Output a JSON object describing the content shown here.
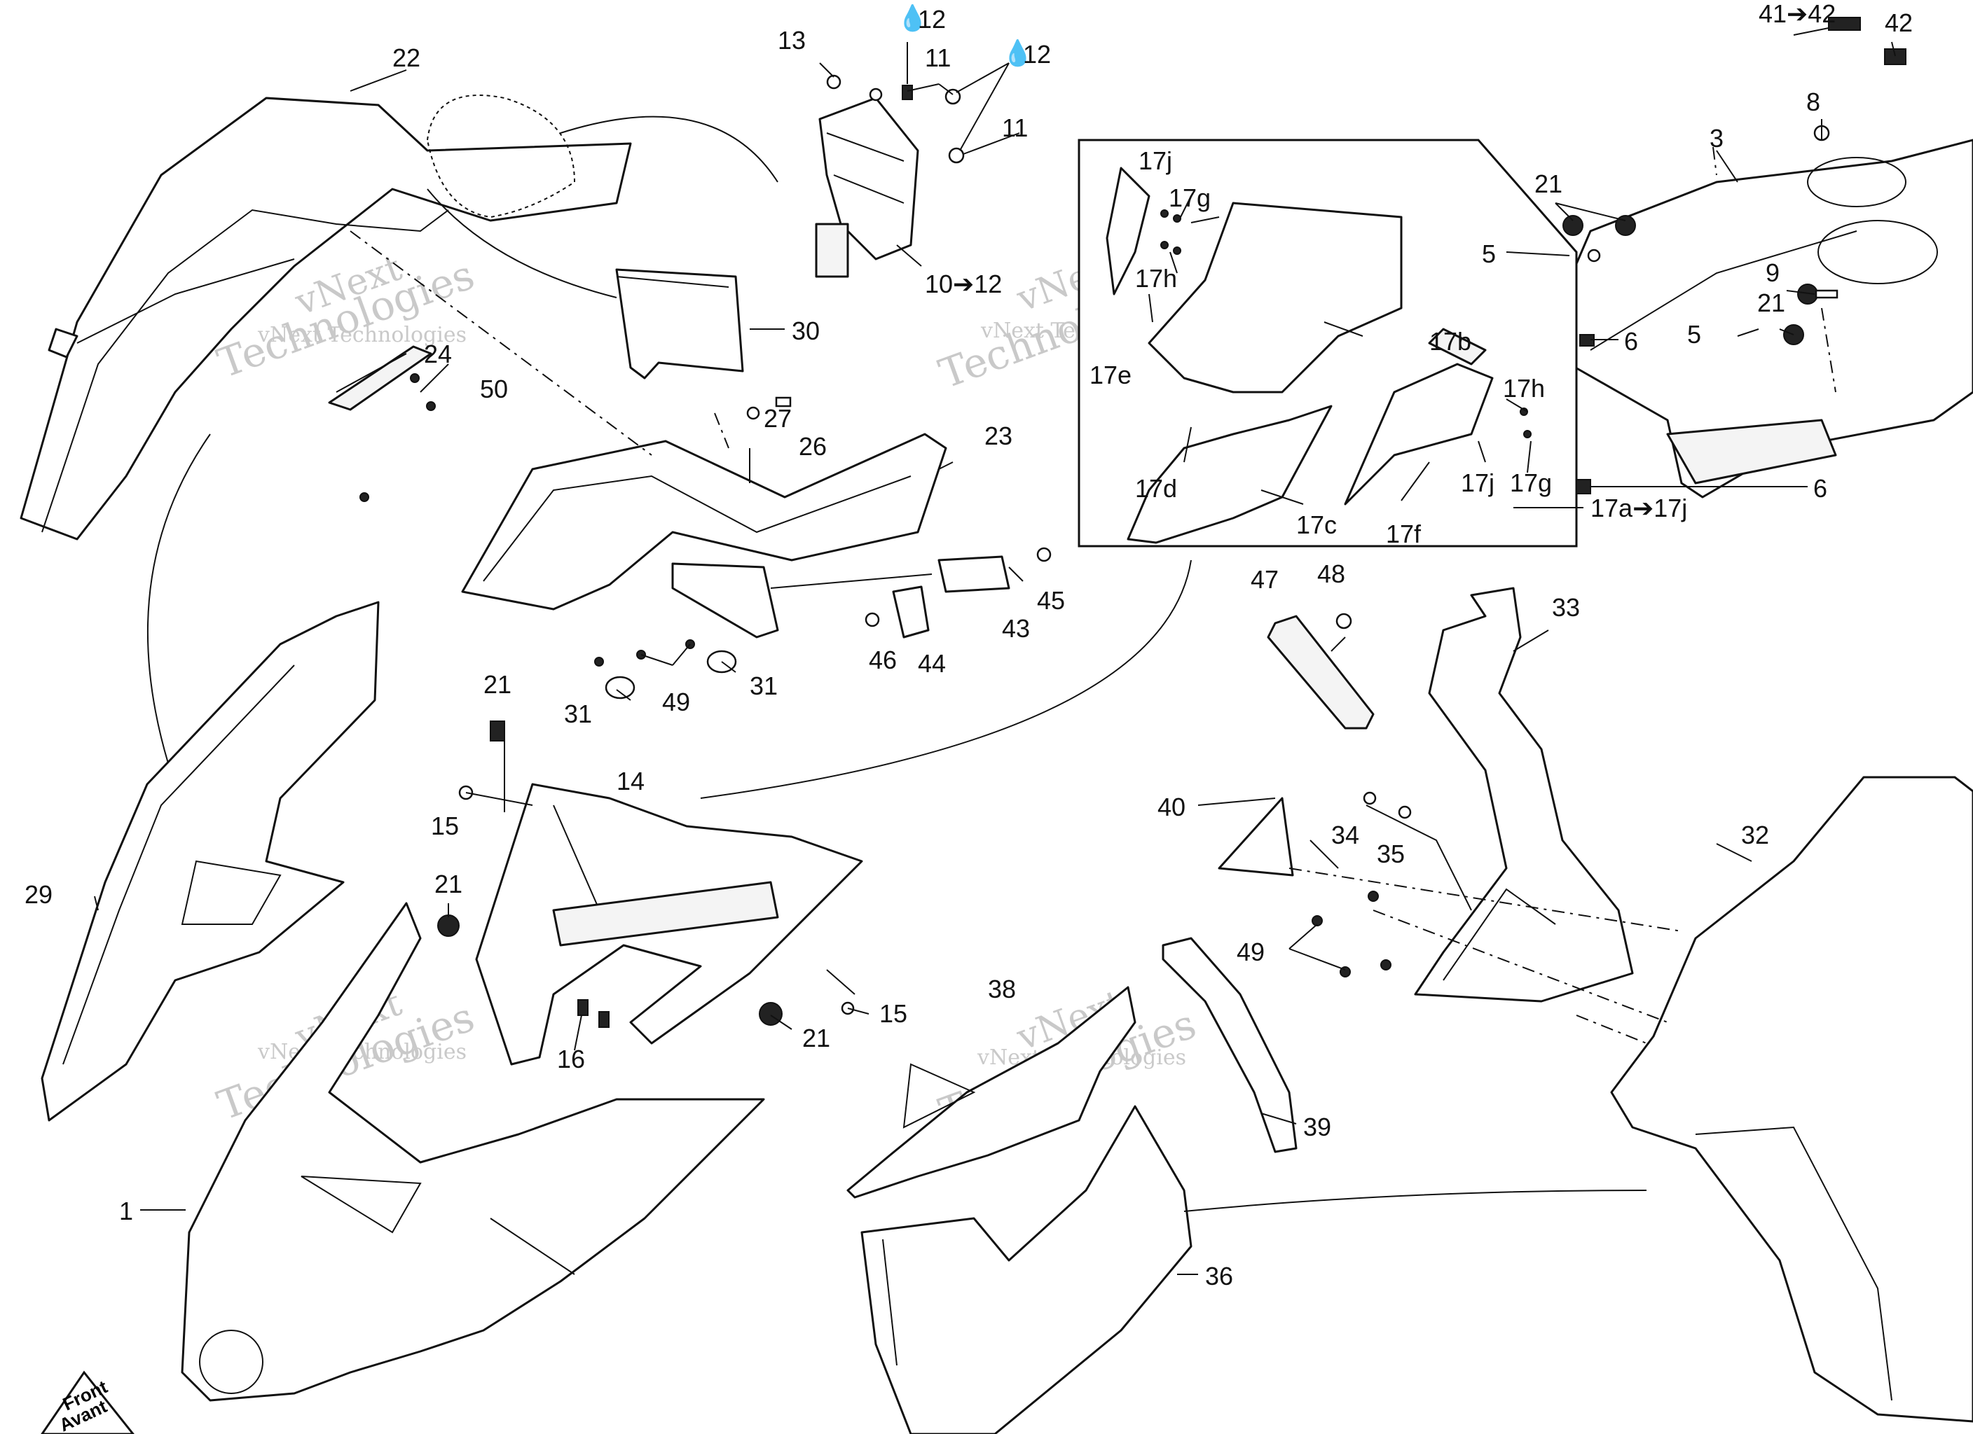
{
  "watermark": {
    "line1": "vNext",
    "line2": "Technologies",
    "small": "vNext Technologies"
  },
  "badge": {
    "text1": "Front",
    "text2": "Avant"
  },
  "labels": [
    {
      "id": "l13",
      "text": "13"
    },
    {
      "id": "l12a",
      "text": "12",
      "drop": true
    },
    {
      "id": "l11a",
      "text": "11"
    },
    {
      "id": "l12b",
      "text": "12",
      "drop": true
    },
    {
      "id": "l11b",
      "text": "11"
    },
    {
      "id": "l10",
      "text": "10➔12"
    },
    {
      "id": "l22",
      "text": "22"
    },
    {
      "id": "l30",
      "text": "30"
    },
    {
      "id": "l24",
      "text": "24"
    },
    {
      "id": "l50",
      "text": "50"
    },
    {
      "id": "l27",
      "text": "27"
    },
    {
      "id": "l26",
      "text": "26"
    },
    {
      "id": "l23",
      "text": "23"
    },
    {
      "id": "l45",
      "text": "45"
    },
    {
      "id": "l43",
      "text": "43"
    },
    {
      "id": "l46",
      "text": "46"
    },
    {
      "id": "l44",
      "text": "44"
    },
    {
      "id": "l31a",
      "text": "31"
    },
    {
      "id": "l49a",
      "text": "49"
    },
    {
      "id": "l31b",
      "text": "31"
    },
    {
      "id": "l21a",
      "text": "21"
    },
    {
      "id": "l14",
      "text": "14"
    },
    {
      "id": "l15a",
      "text": "15"
    },
    {
      "id": "l21b",
      "text": "21"
    },
    {
      "id": "l29",
      "text": "29"
    },
    {
      "id": "l15b",
      "text": "15"
    },
    {
      "id": "l21c",
      "text": "21"
    },
    {
      "id": "l16",
      "text": "16"
    },
    {
      "id": "l1",
      "text": "1"
    },
    {
      "id": "l17j1",
      "text": "17j"
    },
    {
      "id": "l17g1",
      "text": "17g"
    },
    {
      "id": "l17h1",
      "text": "17h"
    },
    {
      "id": "l17e",
      "text": "17e"
    },
    {
      "id": "l17b",
      "text": "17b"
    },
    {
      "id": "l17h2",
      "text": "17h"
    },
    {
      "id": "l17d",
      "text": "17d"
    },
    {
      "id": "l17j2",
      "text": "17j"
    },
    {
      "id": "l17g2",
      "text": "17g"
    },
    {
      "id": "l17c",
      "text": "17c"
    },
    {
      "id": "l17f",
      "text": "17f"
    },
    {
      "id": "l17aj",
      "text": "17a➔17j"
    },
    {
      "id": "l41",
      "text": "41➔42"
    },
    {
      "id": "l42",
      "text": "42"
    },
    {
      "id": "l8",
      "text": "8"
    },
    {
      "id": "l3",
      "text": "3"
    },
    {
      "id": "l21d",
      "text": "21"
    },
    {
      "id": "l5a",
      "text": "5"
    },
    {
      "id": "l9",
      "text": "9"
    },
    {
      "id": "l21e",
      "text": "21"
    },
    {
      "id": "l5b",
      "text": "5"
    },
    {
      "id": "l6a",
      "text": "6"
    },
    {
      "id": "l6b",
      "text": "6"
    },
    {
      "id": "l47",
      "text": "47"
    },
    {
      "id": "l48",
      "text": "48"
    },
    {
      "id": "l33",
      "text": "33"
    },
    {
      "id": "l40",
      "text": "40"
    },
    {
      "id": "l34",
      "text": "34"
    },
    {
      "id": "l35",
      "text": "35"
    },
    {
      "id": "l32",
      "text": "32"
    },
    {
      "id": "l49b",
      "text": "49"
    },
    {
      "id": "l38",
      "text": "38"
    },
    {
      "id": "l39",
      "text": "39"
    },
    {
      "id": "l36",
      "text": "36"
    }
  ]
}
